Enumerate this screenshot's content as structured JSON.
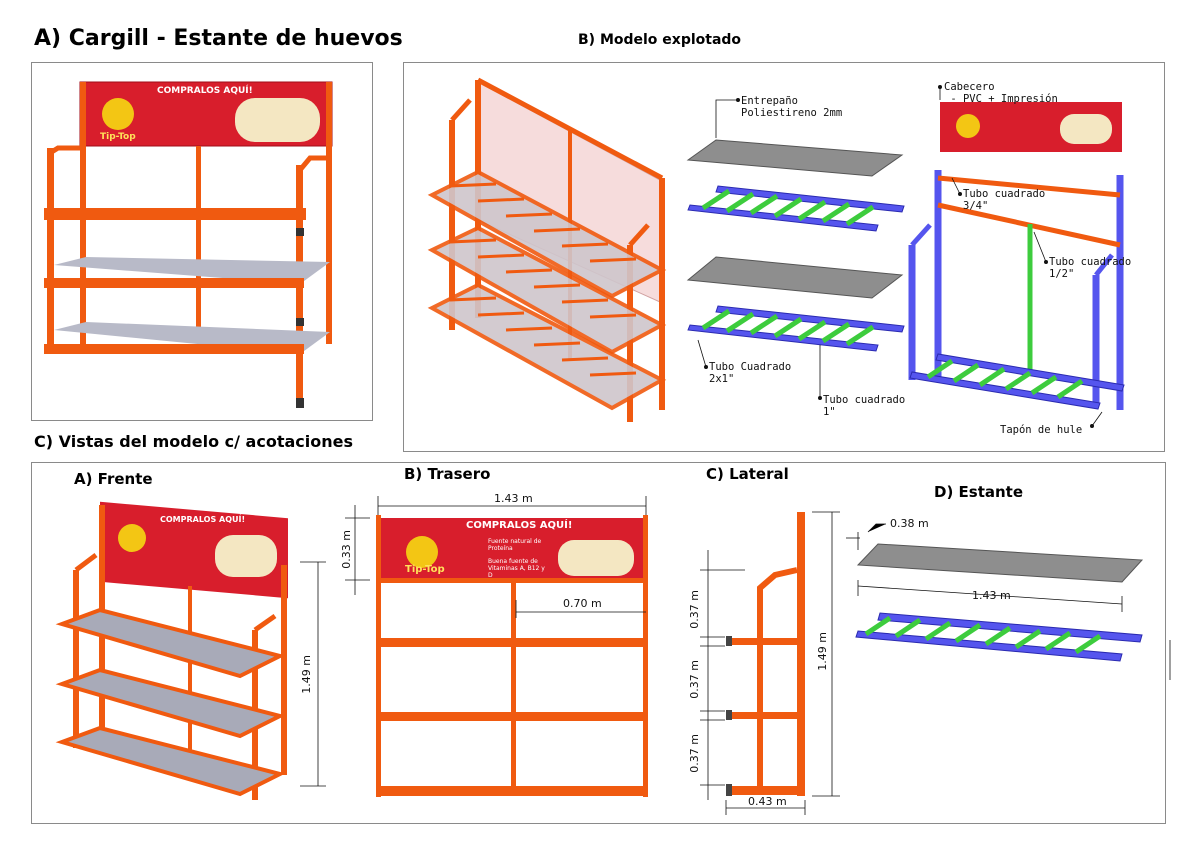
{
  "titles": {
    "main": "A) Cargill - Estante de huevos",
    "exploded": "B) Modelo explotado",
    "views": "C) Vistas del modelo c/ acotaciones",
    "front": "A) Frente",
    "back": "B) Trasero",
    "side": "C) Lateral",
    "shelf": "D) Estante"
  },
  "banner": {
    "headline": "COMPRALOS AQUÍ!",
    "brand": "Tip-Top",
    "line1": "Fuente natural de Proteína",
    "line2": "Buena fuente de Vitaminas A, B12 y D"
  },
  "labels": {
    "entrepano": "Entrepaño\nPoliestireno 2mm",
    "cabecero": "Cabecero\n - PVC + Impresión",
    "tubo34": "Tubo cuadrado\n3/4\"",
    "tubo12": "Tubo cuadrado\n1/2\"",
    "tubo2x1": "Tubo Cuadrado\n2x1\"",
    "tubo1": "Tubo cuadrado\n1\"",
    "tapon": "Tapón de hule"
  },
  "dimensions": {
    "back_width": "1.43 m",
    "back_banner_h": "0.33 m",
    "back_half": "0.70 m",
    "front_height": "1.49 m",
    "side_gap1": "0.37 m",
    "side_gap2": "0.37 m",
    "side_gap3": "0.37 m",
    "side_height": "1.49 m",
    "side_depth": "0.43 m",
    "shelf_depth": "0.38 m",
    "shelf_width": "1.43 m"
  },
  "colors": {
    "frame": "#f05a10",
    "frame_dark": "#c23d05",
    "shelf": "#a8aab8",
    "blue": "#5555ee",
    "green": "#3dcc3d",
    "banner": "#d81e2c"
  }
}
